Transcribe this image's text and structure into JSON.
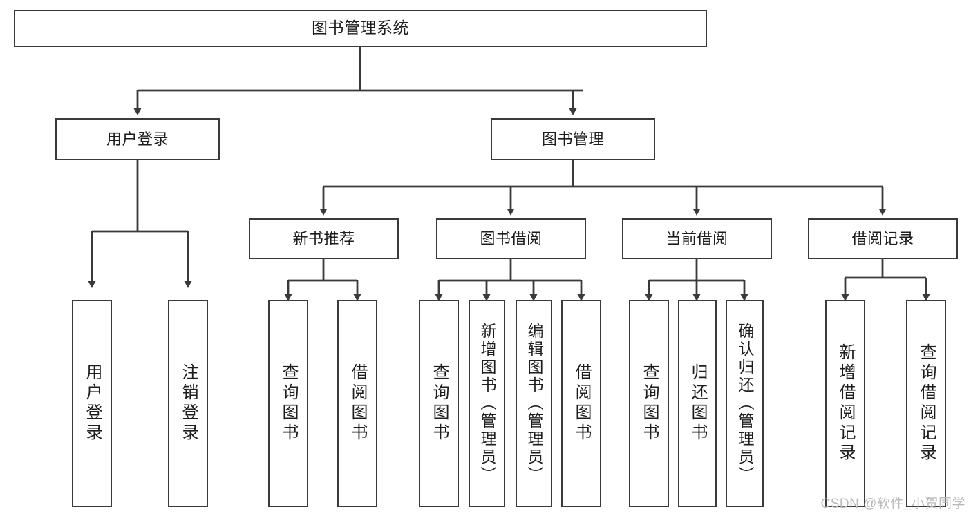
{
  "diagram": {
    "title": "图书管理系统",
    "type": "hierarchy-tree",
    "levels": 4,
    "stroke_color": "#3a3a3a",
    "background_color": "#ffffff",
    "text_color": "#1d1d1d"
  },
  "nodes": {
    "root": {
      "label": "图书管理系统",
      "level": 1
    },
    "l2": [
      {
        "label": "用户登录",
        "level": 2
      },
      {
        "label": "图书管理",
        "level": 2
      }
    ],
    "l3": [
      {
        "label": "新书推荐",
        "level": 3
      },
      {
        "label": "图书借阅",
        "level": 3
      },
      {
        "label": "当前借阅",
        "level": 3
      },
      {
        "label": "借阅记录",
        "level": 3
      }
    ],
    "leaves": [
      {
        "label": "用户登录",
        "parent": "用户登录"
      },
      {
        "label": "注销登录",
        "parent": "用户登录"
      },
      {
        "label": "查询图书",
        "parent": "新书推荐"
      },
      {
        "label": "借阅图书",
        "parent": "新书推荐"
      },
      {
        "label": "查询图书",
        "parent": "图书借阅"
      },
      {
        "label": "新增图书（管理员）",
        "parent": "图书借阅"
      },
      {
        "label": "编辑图书（管理员）",
        "parent": "图书借阅"
      },
      {
        "label": "借阅图书",
        "parent": "图书借阅"
      },
      {
        "label": "查询图书",
        "parent": "当前借阅"
      },
      {
        "label": "归还图书",
        "parent": "当前借阅"
      },
      {
        "label": "确认归还（管理员）",
        "parent": "当前借阅"
      },
      {
        "label": "新增借阅记录",
        "parent": "借阅记录"
      },
      {
        "label": "查询借阅记录",
        "parent": "借阅记录"
      }
    ]
  },
  "watermark": {
    "text": "CSDN @软件_小贺同学"
  }
}
